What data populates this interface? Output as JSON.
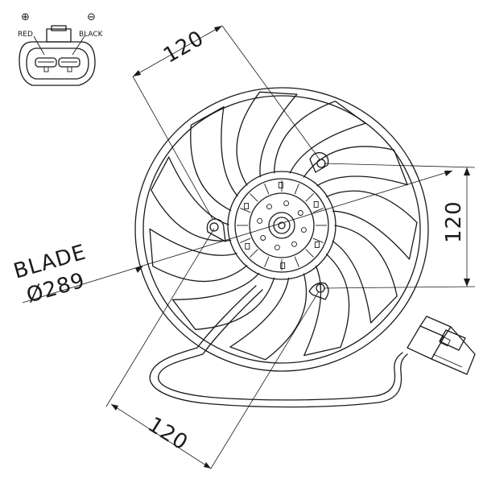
{
  "connector": {
    "plus_symbol": "⊕",
    "minus_symbol": "⊖",
    "red_label": "RED",
    "black_label": "BLACK"
  },
  "dimensions": {
    "top": "120",
    "right": "120",
    "bottom": "120",
    "blade_label": "BLADE",
    "blade_diameter": "Ø289"
  },
  "colors": {
    "line": "#1a1a1a",
    "background": "#ffffff"
  }
}
